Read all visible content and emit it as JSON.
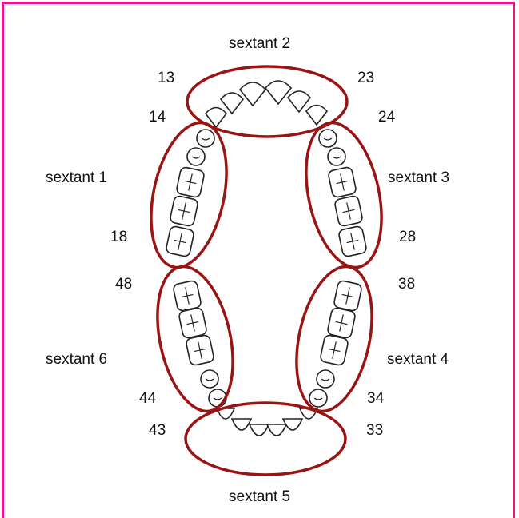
{
  "colors": {
    "border": "#e6168a",
    "sextant_outline": "#9b1414",
    "tooth_outline": "#222222"
  },
  "sextants": {
    "s1": "sextant 1",
    "s2": "sextant 2",
    "s3": "sextant 3",
    "s4": "sextant 4",
    "s5": "sextant 5",
    "s6": "sextant 6"
  },
  "tooth_numbers": {
    "t13": "13",
    "t14": "14",
    "t18": "18",
    "t23": "23",
    "t24": "24",
    "t28": "28",
    "t33": "33",
    "t34": "34",
    "t38": "38",
    "t43": "43",
    "t44": "44",
    "t48": "48"
  }
}
